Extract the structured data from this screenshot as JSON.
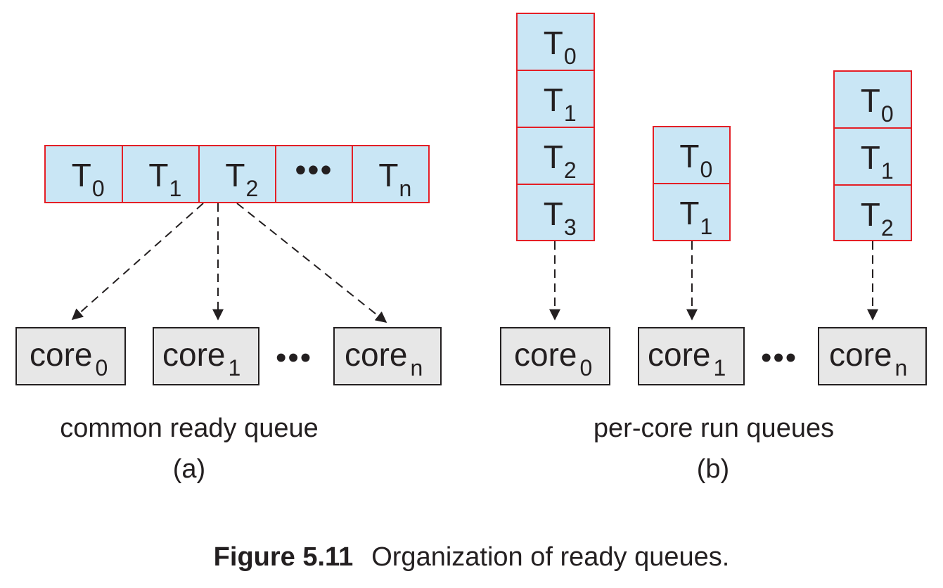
{
  "panel_a": {
    "queue": [
      {
        "label": "T",
        "sub": "0"
      },
      {
        "label": "T",
        "sub": "1"
      },
      {
        "label": "T",
        "sub": "2"
      },
      {
        "label": "•••",
        "sub": ""
      },
      {
        "label": "T",
        "sub": "n"
      }
    ],
    "cores": [
      {
        "label": "core",
        "sub": "0"
      },
      {
        "label": "core",
        "sub": "1"
      },
      {
        "label": "core",
        "sub": "n"
      }
    ],
    "ellipsis": "•••",
    "caption": "common ready queue",
    "tag": "(a)"
  },
  "panel_b": {
    "queues": [
      [
        {
          "label": "T",
          "sub": "0"
        },
        {
          "label": "T",
          "sub": "1"
        },
        {
          "label": "T",
          "sub": "2"
        },
        {
          "label": "T",
          "sub": "3"
        }
      ],
      [
        {
          "label": "T",
          "sub": "0"
        },
        {
          "label": "T",
          "sub": "1"
        }
      ],
      [
        {
          "label": "T",
          "sub": "0"
        },
        {
          "label": "T",
          "sub": "1"
        },
        {
          "label": "T",
          "sub": "2"
        }
      ]
    ],
    "cores": [
      {
        "label": "core",
        "sub": "0"
      },
      {
        "label": "core",
        "sub": "1"
      },
      {
        "label": "core",
        "sub": "n"
      }
    ],
    "ellipsis": "•••",
    "caption": "per-core run queues",
    "tag": "(b)"
  },
  "figure": {
    "number": "Figure 5.11",
    "title": "Organization of ready queues."
  },
  "colors": {
    "queue_fill": "#c9e6f5",
    "queue_border": "#e41f26",
    "core_fill": "#e7e7e7",
    "text": "#231f20"
  }
}
